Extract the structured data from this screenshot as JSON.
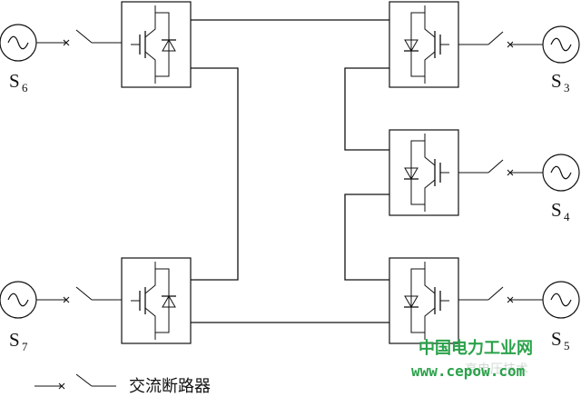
{
  "sources": [
    {
      "id": "s6",
      "letter": "S",
      "subscript": "6"
    },
    {
      "id": "s7",
      "letter": "S",
      "subscript": "7"
    },
    {
      "id": "s3",
      "letter": "S",
      "subscript": "3"
    },
    {
      "id": "s4",
      "letter": "S",
      "subscript": "4"
    },
    {
      "id": "s5",
      "letter": "S",
      "subscript": "5"
    }
  ],
  "legend": {
    "breaker_text": "交流断路器"
  },
  "watermark": {
    "title": "中国电力工业网",
    "url": "www.cepow.com",
    "faint": "高电压技术"
  },
  "colors": {
    "line": "#111111",
    "watermark": "#2aa24a"
  }
}
